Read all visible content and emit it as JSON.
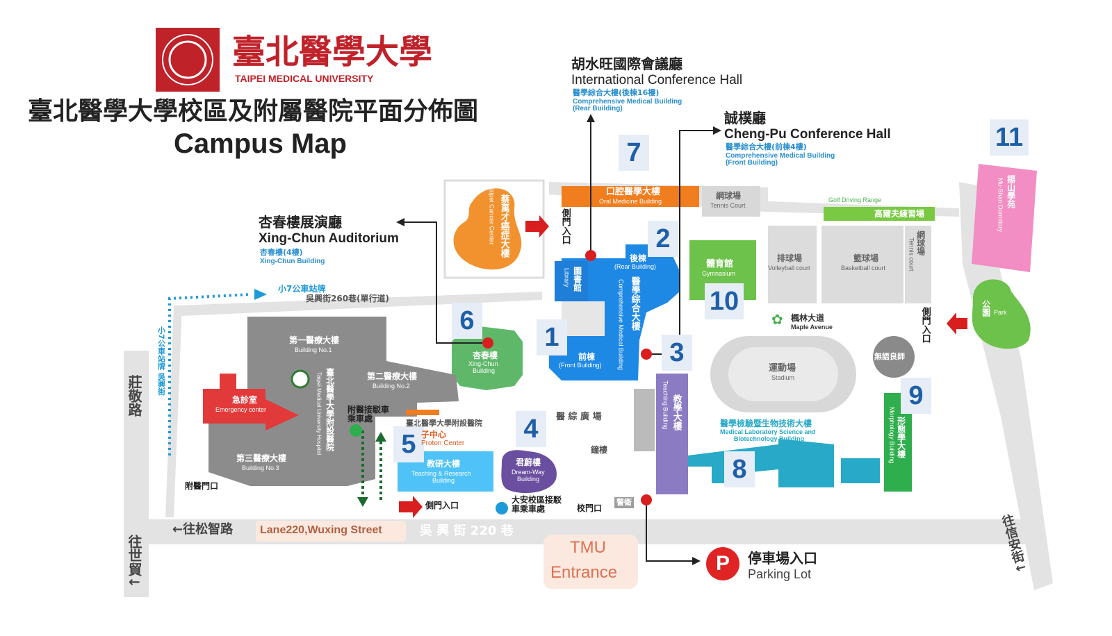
{
  "header": {
    "logo_name_zh": "臺北醫學大學",
    "logo_name_en": "TAIPEI MEDICAL UNIVERSITY",
    "title_zh": "臺北醫學大學校區及附屬醫院平面分佈圖",
    "title_en": "Campus Map"
  },
  "venues": {
    "international": {
      "zh": "胡水旺國際會議廳",
      "en": "International Conference Hall",
      "sub_zh": "醫學綜合大樓(後棟16樓)",
      "sub_en1": "Comprehensive Medical Building",
      "sub_en2": "(Rear Building)"
    },
    "chengpu": {
      "zh": "誠樸廳",
      "en": "Cheng-Pu Conference Hall",
      "sub_zh": "醫學綜合大樓(前棟4樓)",
      "sub_en1": "Comprehensive Medical Building",
      "sub_en2": "(Front Building)"
    },
    "xingchun": {
      "zh": "杏春樓展演廳",
      "en": "Xing-Chun Auditorium",
      "sub_zh": "杏春樓(4樓)",
      "sub_en": "Xing-Chun Building"
    }
  },
  "markers": [
    "1",
    "2",
    "3",
    "4",
    "5",
    "6",
    "7",
    "8",
    "9",
    "10",
    "11"
  ],
  "buildings": {
    "cancer": {
      "zh": "蔡萬才癌症大樓",
      "en": "Taipei Cancer Center"
    },
    "oral": {
      "zh": "口腔醫學大樓",
      "en": "Oral Medicine Building"
    },
    "tennis": {
      "zh": "網球場",
      "en": "Tennis Court"
    },
    "golf_en": "Golf Driving Range",
    "golf_zh": "高爾夫練習場",
    "mushan": {
      "zh": "揚山學苑",
      "en": "Mu-Shan Dormitory"
    },
    "volleyball": {
      "zh": "排球場",
      "en": "Volleyball court"
    },
    "basketball": {
      "zh": "籃球場",
      "en": "Basketball court"
    },
    "tennis2": {
      "zh": "網球場",
      "en": "Tennis court"
    },
    "gym": {
      "zh": "體育館",
      "en": "Gymnasium"
    },
    "library": {
      "zh": "圖書館",
      "en": "Library"
    },
    "rear": {
      "zh": "後棟",
      "en": "(Rear Building)"
    },
    "front": {
      "zh": "前棟",
      "en": "(Front Building)"
    },
    "comprehensive": {
      "zh": "醫學綜合大樓",
      "en": "Comprehensive Medical Building"
    },
    "teaching": {
      "zh": "教學大樓",
      "en": "Teaching Building"
    },
    "stadium": {
      "zh": "運動場",
      "en": "Stadium"
    },
    "maple": {
      "zh": "楓林大道",
      "en": "Maple Avenue"
    },
    "park": {
      "zh": "公園",
      "en": "Park"
    },
    "muyu": "無語良師",
    "morphology": {
      "zh": "形態學大樓",
      "en": "Morphology Building"
    },
    "medlab": {
      "zh": "醫學檢驗暨生物技術大樓",
      "en1": "Medical Laboratory Science and",
      "en2": "Biotechnology Building"
    },
    "xingchun": {
      "zh": "杏春樓",
      "en1": "Xing-Chun",
      "en2": "Building"
    },
    "b1": {
      "zh": "第一醫療大樓",
      "en": "Building No.1"
    },
    "b2": {
      "zh": "第二醫療大樓",
      "en": "Building No.2"
    },
    "b3": {
      "zh": "第三醫療大樓",
      "en": "Building No.3"
    },
    "emergency": {
      "zh": "急診室",
      "en": "Emergency center"
    },
    "hospital": {
      "zh": "臺北醫學大學附設醫院",
      "en": "Taipei Medical University Hospital"
    },
    "proton": {
      "zh": "臺北醫學大學附設醫院",
      "zh2": "子中心",
      "en": "Proton Center"
    },
    "teaching_research": {
      "zh": "教研大樓",
      "en1": "Teaching & Research",
      "en2": "Building"
    },
    "dreamway": {
      "zh": "君蔚樓",
      "en1": "Dream-Way",
      "en2": "Building"
    },
    "plaza": "醫 綜 廣 場",
    "bell": "鐘樓",
    "guard": "警衛"
  },
  "labels": {
    "side_gate": "側門入口",
    "hospital_gate": "附醫門口",
    "shuttle": "附醫接駁車乘車處",
    "daan_shuttle": "大安校區接駁車乘車處",
    "side_gate_bottom": "側門入口",
    "school_gate": "校門口",
    "bus_stop": "小7公車站牌",
    "bus_num": "7",
    "bus_stop_small": "小",
    "bus_stop_rest": "公車站牌",
    "lane260": "吳興街260巷(單行道)",
    "bus_stop_left": "小7公車站牌 吳興街",
    "to_songzhi": "←往松智路",
    "lane220_en": "Lane220,Wuxing Street",
    "lane220_zh": "吳 興 街 220 巷",
    "zhuangjing": "莊敬路",
    "to_shimao": "往世貿↓",
    "xinan": "信 安 街",
    "to_xinan": "往信安街↓",
    "tmu_entrance1": "TMU",
    "tmu_entrance2": "Entrance",
    "parking_zh": "停車場入口",
    "parking_en": "Parking Lot",
    "parking_icon": "P"
  },
  "colors": {
    "brand_red": "#c0222a",
    "blue": "#1e88e5",
    "gray": "#8a8a8a",
    "orange": "#f28c28",
    "green": "#4caf50",
    "purple": "#8b7bc3",
    "teal": "#27a9c7",
    "pink": "#f07ab4"
  }
}
